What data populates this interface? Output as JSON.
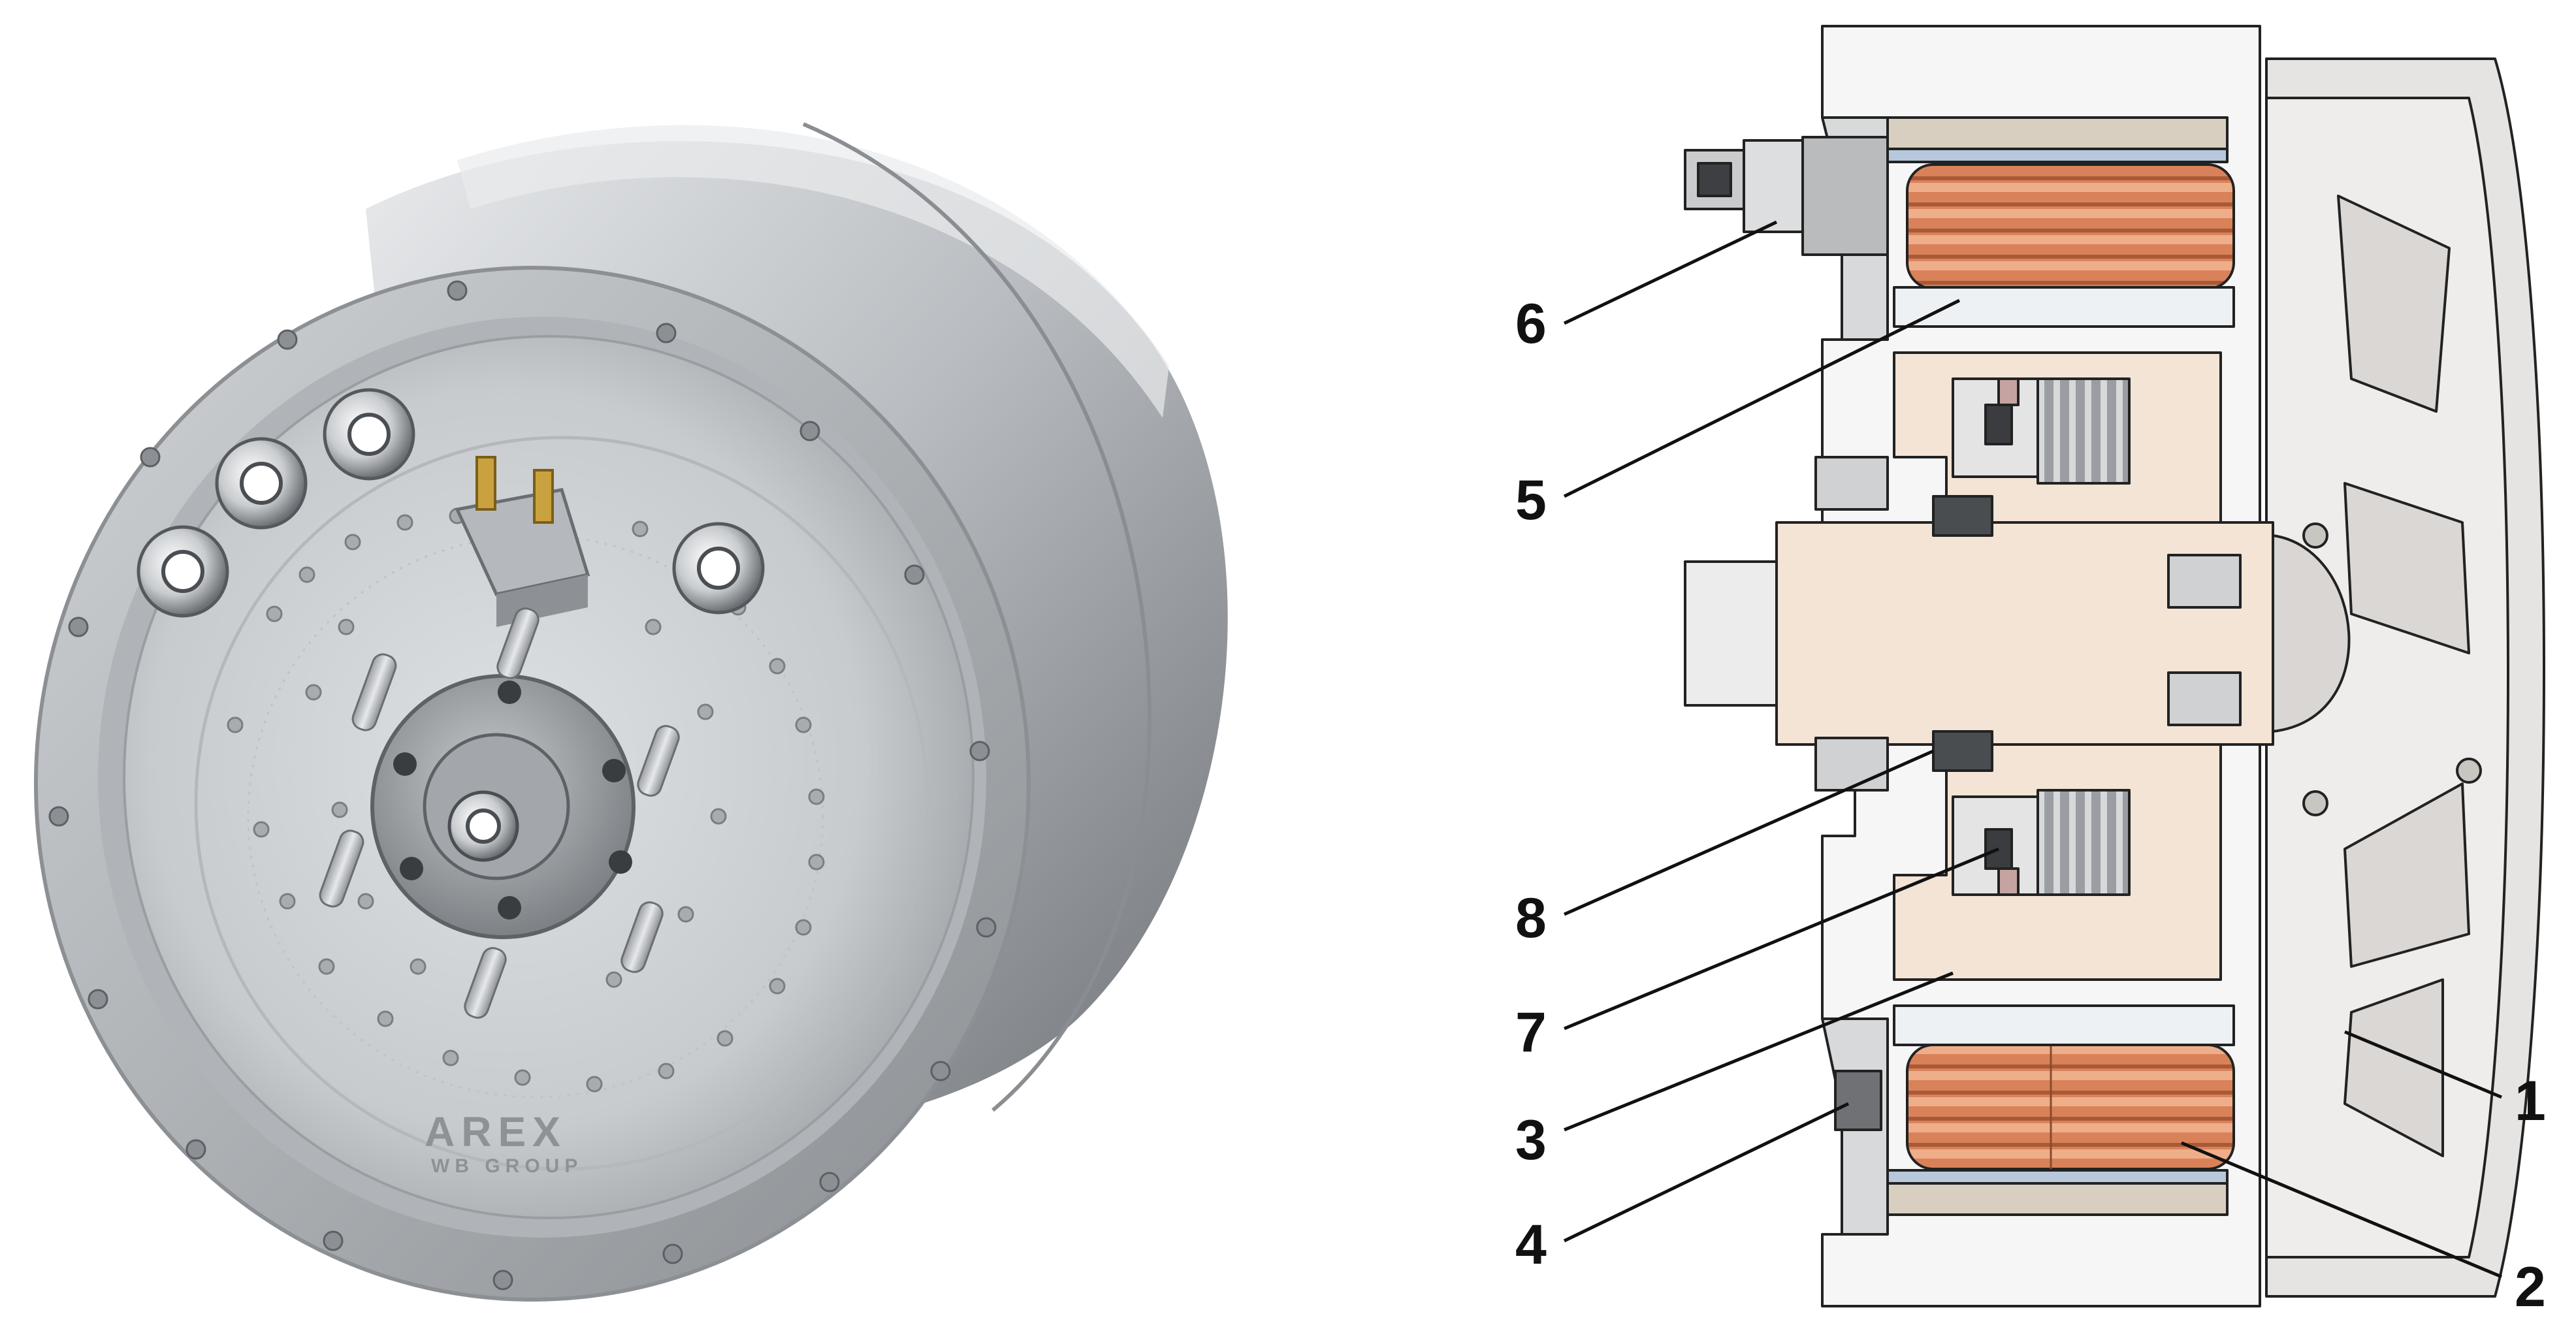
{
  "figure": {
    "left_panel": {
      "logo": {
        "brand": "AREX",
        "sub": "WB GROUP"
      }
    },
    "right_panel": {
      "callouts": [
        {
          "id": "1",
          "label": "1"
        },
        {
          "id": "2",
          "label": "2"
        },
        {
          "id": "3",
          "label": "3"
        },
        {
          "id": "4",
          "label": "4"
        },
        {
          "id": "5",
          "label": "5"
        },
        {
          "id": "6",
          "label": "6"
        },
        {
          "id": "7",
          "label": "7"
        },
        {
          "id": "8",
          "label": "8"
        }
      ]
    }
  },
  "colors": {
    "metal_light": "#d9dcdf",
    "metal_mid": "#b7bbbf",
    "metal_dark": "#7c8084",
    "section_bg": "#f7f7f7",
    "shaft": "#f3e4d6",
    "copper": "#d9825a",
    "copper_dark": "#b0603c",
    "magnet_blue": "#b8c8dc",
    "core_tan": "#d8cfc0",
    "line": "#222222"
  }
}
